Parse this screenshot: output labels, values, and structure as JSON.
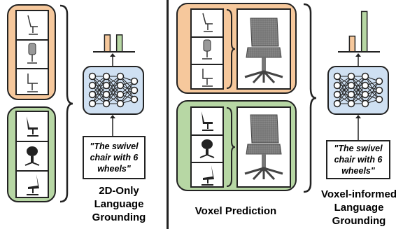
{
  "left_panel": {
    "quote": "\"The swivel chair with 6 wheels\"",
    "caption_lines": [
      "2D-Only",
      "Language",
      "Grounding"
    ],
    "chart_data": {
      "type": "bar",
      "categories": [
        "orange",
        "green"
      ],
      "values": [
        0.55,
        0.55
      ],
      "colors": [
        "#f6c89c",
        "#b7d7a4"
      ],
      "title": "",
      "xlabel": "",
      "ylabel": ""
    }
  },
  "middle_panel": {
    "caption": "Voxel Prediction"
  },
  "right_panel": {
    "quote": "\"The swivel chair with 6 wheels\"",
    "caption_lines": [
      "Voxel-informed",
      "Language",
      "Grounding"
    ],
    "chart_data": {
      "type": "bar",
      "categories": [
        "orange",
        "green"
      ],
      "values": [
        0.35,
        0.9
      ],
      "colors": [
        "#f6c89c",
        "#b7d7a4"
      ],
      "title": "",
      "xlabel": "",
      "ylabel": ""
    }
  },
  "colors": {
    "orange": "#f6c89c",
    "green": "#b7d7a4",
    "nn_blue": "#cfe0f2",
    "outline": "#222222"
  },
  "icons": [
    "chair-icon",
    "voxel-chair-icon",
    "neural-network-icon",
    "brace-icon",
    "arrow-icon"
  ]
}
